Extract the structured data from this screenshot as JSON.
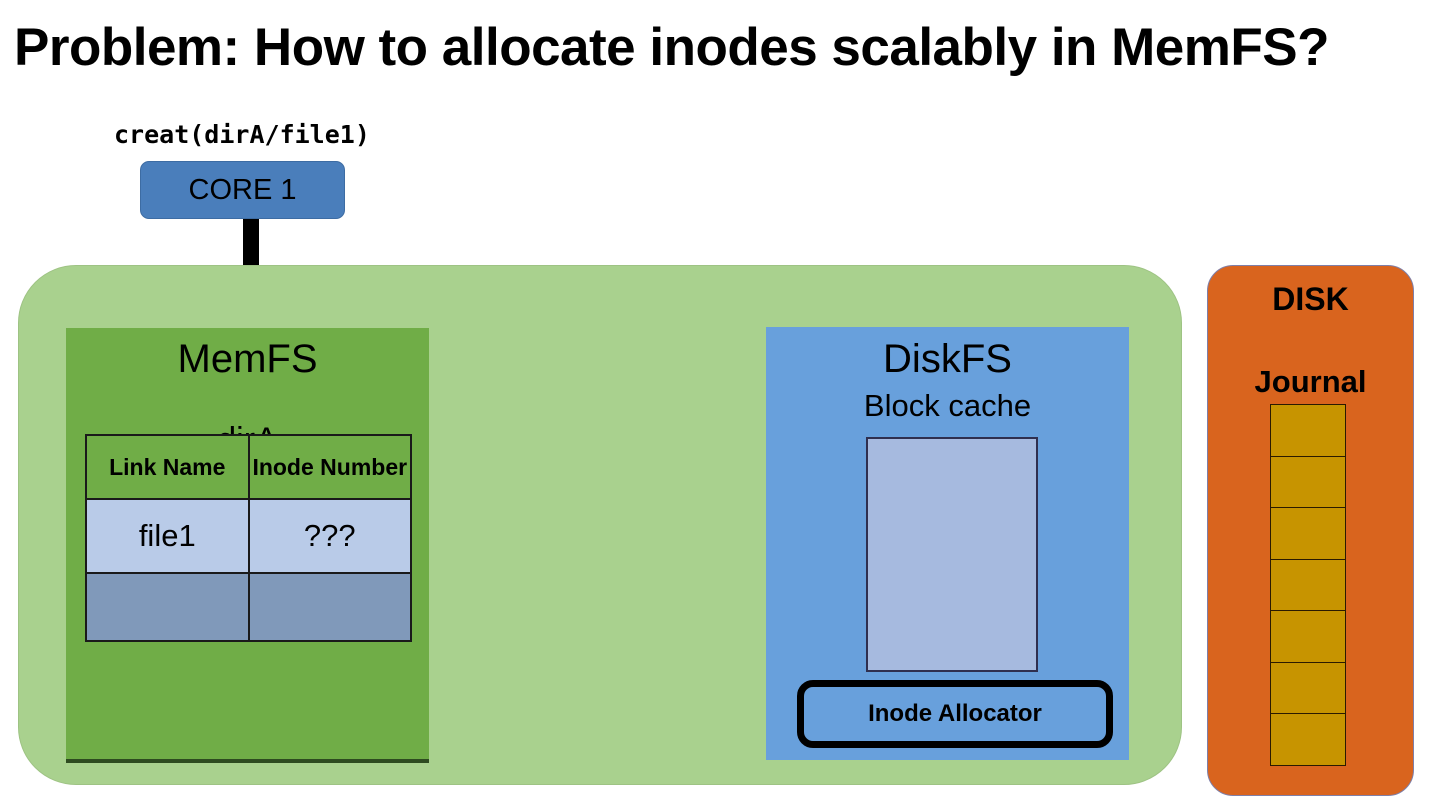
{
  "slide": {
    "title": "Problem: How to allocate inodes scalably in MemFS?"
  },
  "core": {
    "syscall": "creat(dirA/file1)",
    "label": "CORE 1",
    "color": "#4a7ebb",
    "arrow_icon": "down-arrow-icon"
  },
  "memory_region": {
    "color": "#a9d18e"
  },
  "memfs": {
    "title": "MemFS",
    "dir_label": "dirA",
    "color": "#70ad47",
    "table": {
      "headers": [
        "Link Name",
        "Inode Number"
      ],
      "rows": [
        {
          "link_name": "file1",
          "inode_number": "???",
          "state": "filled"
        },
        {
          "link_name": "",
          "inode_number": "",
          "state": "empty"
        }
      ],
      "filled_row_color": "#b9cbe8",
      "empty_row_color": "#8099ba"
    }
  },
  "diskfs": {
    "title": "DiskFS",
    "block_cache_label": "Block cache",
    "inode_allocator_label": "Inode Allocator",
    "color": "#68a0dc",
    "block_cache_color": "#a6badf"
  },
  "disk": {
    "title": "DISK",
    "journal_label": "Journal",
    "color": "#d9641e",
    "journal_block_color": "#c79400",
    "journal_block_count": 7
  }
}
